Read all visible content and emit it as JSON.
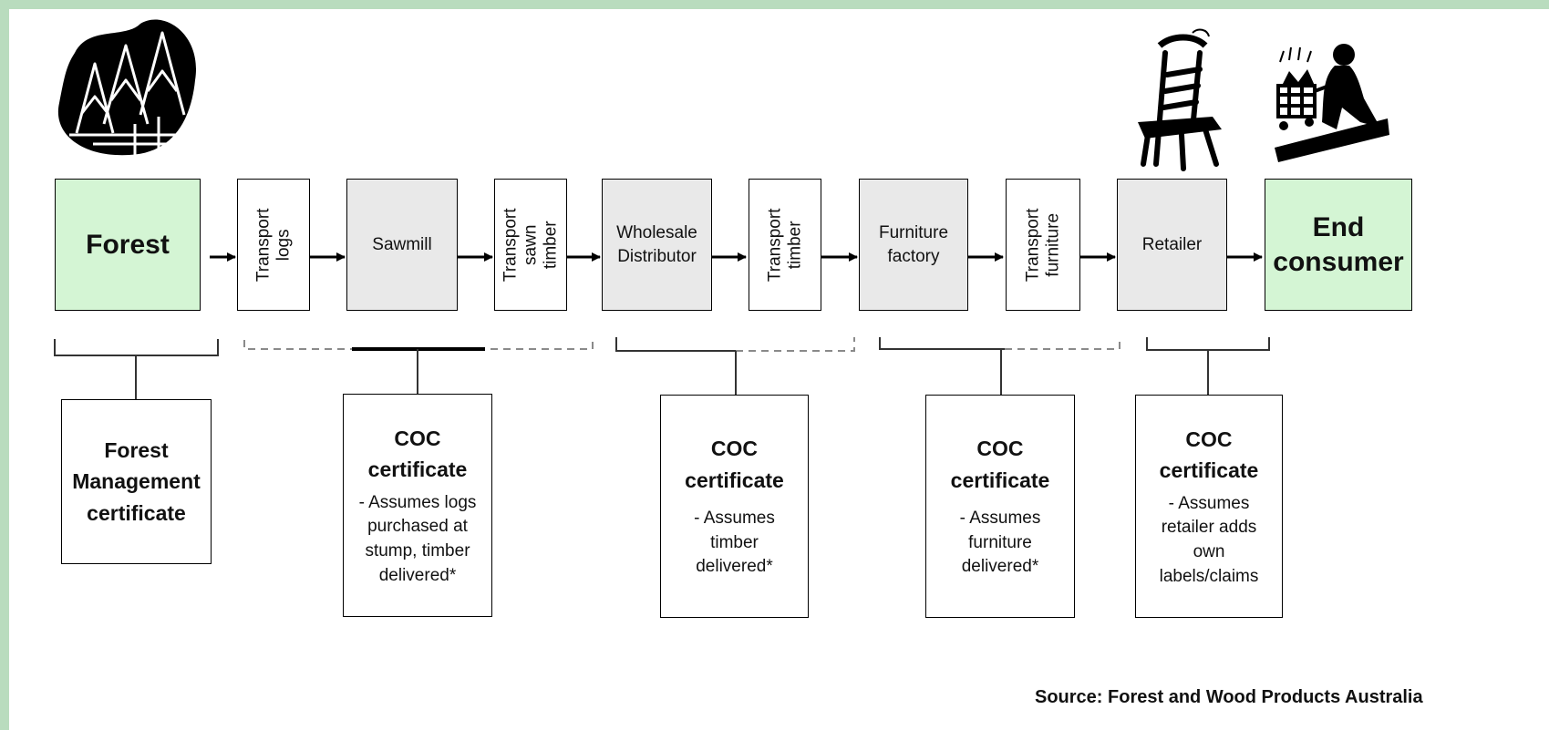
{
  "stages": {
    "forest": "Forest",
    "transport_logs": "Transport\nlogs",
    "sawmill": "Sawmill",
    "transport_sawn_timber": "Transport\nsawn timber",
    "wholesale_distributor": "Wholesale\nDistributor",
    "transport_timber": "Transport\ntimber",
    "furniture_factory": "Furniture\nfactory",
    "transport_furniture": "Transport\nfurniture",
    "retailer": "Retailer",
    "end_consumer": "End\nconsumer"
  },
  "certificates": {
    "forest_management": {
      "title": "Forest\nManagement\ncertificate"
    },
    "sawmill_coc": {
      "title": "COC\ncertificate",
      "description": "- Assumes  logs\npurchased at\nstump, timber\ndelivered*"
    },
    "wholesale_coc": {
      "title": "COC\ncertificate",
      "description": "- Assumes\ntimber\ndelivered*"
    },
    "furniture_coc": {
      "title": "COC\ncertificate",
      "description": "- Assumes\nfurniture\ndelivered*"
    },
    "retailer_coc": {
      "title": "COC\ncertificate",
      "description": "- Assumes\nretailer adds\nown\nlabels/claims"
    }
  },
  "source": "Source: Forest and Wood Products Australia",
  "colors": {
    "frame": "#b9dcbe",
    "stage_green": "#d4f5d4",
    "stage_grey": "#e9e9e9",
    "dashed": "#8a8a8a"
  },
  "icons": {
    "forest": "forest-trees-icon",
    "retailer": "chair-icon",
    "consumer": "shopping-cart-consumer-icon"
  }
}
